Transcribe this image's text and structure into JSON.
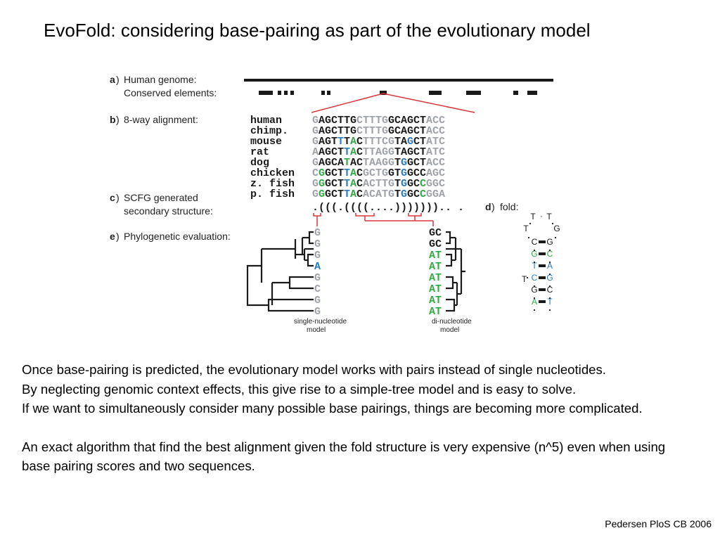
{
  "title": "EvoFold: considering base-pairing as part of the evolutionary model",
  "colors": {
    "red": "#d8373c",
    "grey": "#9ea2a8",
    "green": "#2fab43",
    "blue": "#2a79c2",
    "black": "#1a1a1a"
  },
  "figure": {
    "panel_a": {
      "letter": "a",
      "label_line1": "Human genome:",
      "label_line2": "Conserved elements:"
    },
    "panel_b": {
      "letter": "b",
      "label": "8-way alignment:"
    },
    "panel_c": {
      "letter": "c",
      "label_line1": "SCFG generated",
      "label_line2": "secondary structure:"
    },
    "panel_d": {
      "letter": "d",
      "label": "fold:"
    },
    "panel_e": {
      "letter": "e",
      "label": "Phylogenetic evaluation:"
    },
    "species": [
      {
        "name": "human",
        "seq": "GAGCTTGCTTTGGCAGCTACC",
        "colors": "gKKKKKKgggggKKKKKKggg"
      },
      {
        "name": "chimp.",
        "seq": "GAGCTTGCTTTGGCAGCTACC",
        "colors": "gKKKKKKgggggKKKKKKggg"
      },
      {
        "name": "mouse",
        "seq": "GAGTTTACTTTCGTAGCTATC",
        "colors": "gKKKBKGKgggggKKBKKggg"
      },
      {
        "name": "rat",
        "seq": "AAGCTTACTTAGGTAGCTATC",
        "colors": "gKKKKBGKgggggKKKKKggg"
      },
      {
        "name": "dog",
        "seq": "GAGCATACTAAGGTGGCTACC",
        "colors": "gKKKKGKKgggggKBKKKggg"
      },
      {
        "name": "chicken",
        "seq": "CGGCTTACGCTGGTGGCCAGC",
        "colors": "gGKKKBGKggggKKBKKKggg"
      },
      {
        "name": "z. fish",
        "seq": "GGGCTTACACTTGTGGCCGGC",
        "colors": "gGKKKBGKgggggKBKKGggg"
      },
      {
        "name": "p. fish",
        "seq": "GGGCTTACACATGTGGCCGGA",
        "colors": "gGKKKBGKgggggKBKKGggg"
      }
    ],
    "structure": ".(((.((((....))))))).. .",
    "single_column": [
      "G",
      "G",
      "G",
      "A",
      "G",
      "C",
      "G",
      "G"
    ],
    "single_colors": [
      "grey",
      "grey",
      "grey",
      "blue",
      "grey",
      "grey",
      "grey",
      "grey"
    ],
    "di_column": [
      "GC",
      "GC",
      "AT",
      "AT",
      "AT",
      "AT",
      "AT",
      "AT"
    ],
    "di_colors": [
      "black",
      "black",
      "green",
      "green",
      "green",
      "green",
      "green",
      "green"
    ],
    "single_caption_line1": "single-nucleotide",
    "single_caption_line2": "model",
    "di_caption_line1": "di-nucleotide",
    "di_caption_line2": "model",
    "fold_loop": [
      "T",
      "·",
      "T",
      "T",
      "G"
    ],
    "fold_pairs": [
      {
        "left": "C",
        "right": "G",
        "lc": "black",
        "rc": "black"
      },
      {
        "left": "G",
        "right": "C",
        "lc": "green",
        "rc": "green"
      },
      {
        "left": "T",
        "right": "A",
        "lc": "blue",
        "rc": "blue"
      },
      {
        "left": "C",
        "right": "G",
        "lc": "blue",
        "rc": "blue"
      },
      {
        "left": "G",
        "right": "C",
        "lc": "black",
        "rc": "black"
      },
      {
        "left": "A",
        "right": "T",
        "lc": "green",
        "rc": "blue"
      }
    ],
    "fold_bulge": "T"
  },
  "body": {
    "p1": "Once base-pairing is predicted, the evolutionary model works with pairs instead of single nucleotides.",
    "p2": "By neglecting genomic context effects, this give rise to a simple-tree model and is easy to solve.",
    "p3": "If we want to simultaneously consider many possible base pairings, things are becoming more complicated.",
    "p4": "An exact algorithm that find the best alignment given the fold structure is very expensive (n^5) even when using base pairing scores and two sequences."
  },
  "citation": "Pedersen PloS CB 2006"
}
